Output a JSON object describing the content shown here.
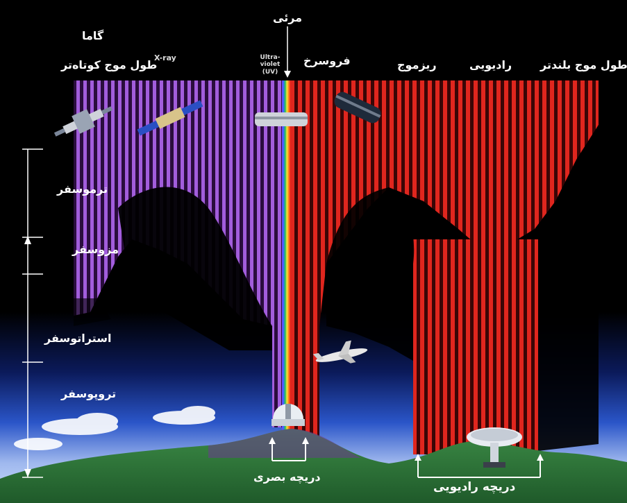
{
  "labels": {
    "gamma": "گاما",
    "shorter_wavelength": "طول موج کوتاه‌تر",
    "xray": "X-ray",
    "uv": "Ultra-\nviolet\n(UV)",
    "visible": "مرئی",
    "infrared": "فروسرخ",
    "microwave": "ریزموج",
    "radio": "رادیویی",
    "longer_wavelength": "طول موج بلندتر"
  },
  "layers": {
    "thermosphere": "ترموسفر",
    "mesosphere": "مزوسفر",
    "stratosphere": "استراتوسفر",
    "troposphere": "تروپوسفر"
  },
  "windows": {
    "optical": "دریچه بصری",
    "radio": "دریچه رادیویی"
  },
  "colors": {
    "purple_band": "#9a4fd0",
    "red_band": "#e0201c",
    "sky_dark": "#000000",
    "sky_horizon": "#1b3fb0",
    "ground": "#2f7a3a"
  }
}
